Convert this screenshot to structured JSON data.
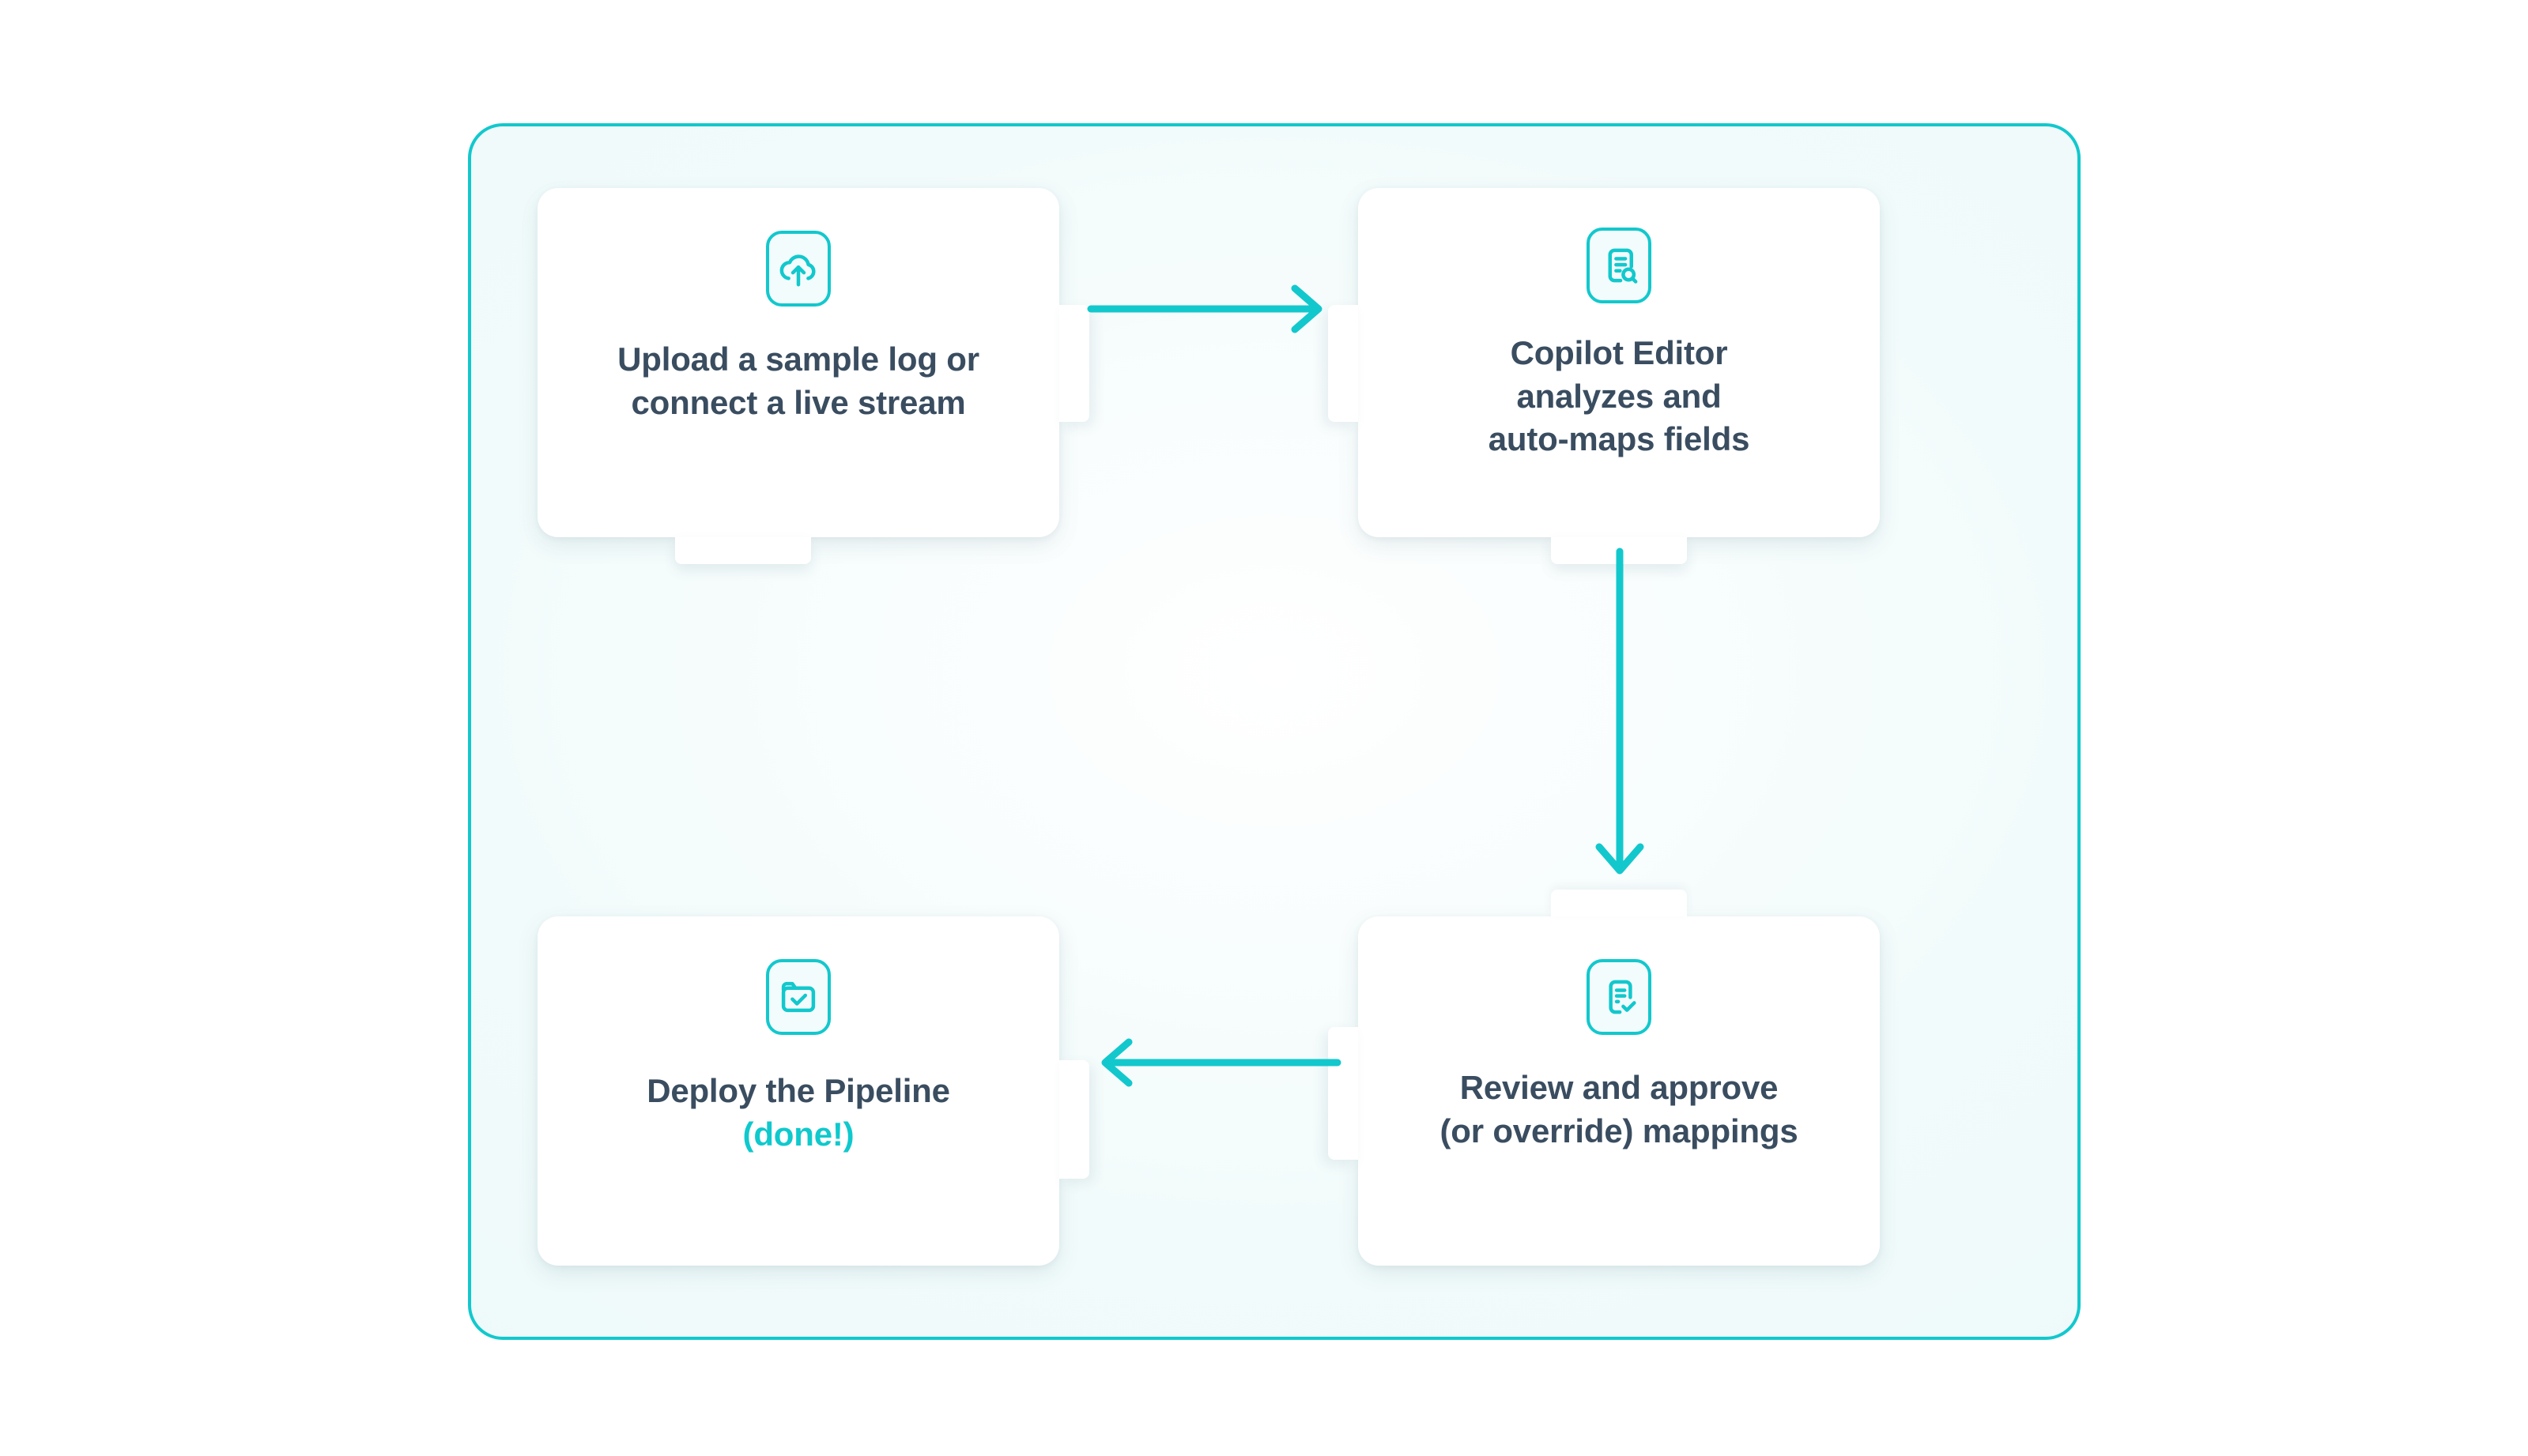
{
  "theme": {
    "accent": "#12c8cd",
    "accent_text": "#0fc9cd",
    "text_dark": "#3a4d60",
    "card_bg": "#ffffff",
    "container_bg": "#e9f8f9",
    "page_bg": "#ffffff"
  },
  "diagram": {
    "type": "flow-cycle",
    "step_count": 4,
    "steps": [
      {
        "id": "upload",
        "icon": "cloud-upload-icon",
        "title": "Upload a sample log or\nconnect a live stream",
        "subtitle": ""
      },
      {
        "id": "analyze",
        "icon": "document-search-icon",
        "title": "Copilot Editor\nanalyzes and\nauto-maps fields",
        "subtitle": ""
      },
      {
        "id": "review",
        "icon": "document-check-icon",
        "title": "Review and approve\n(or override) mappings",
        "subtitle": ""
      },
      {
        "id": "deploy",
        "icon": "folder-check-icon",
        "title": "Deploy the Pipeline",
        "subtitle": "(done!)"
      }
    ],
    "connectors": [
      {
        "id": "upload-to-analyze",
        "from": "upload",
        "to": "analyze",
        "direction": "right"
      },
      {
        "id": "analyze-to-review",
        "from": "analyze",
        "to": "review",
        "direction": "down"
      },
      {
        "id": "review-to-deploy",
        "from": "review",
        "to": "deploy",
        "direction": "left"
      }
    ]
  }
}
